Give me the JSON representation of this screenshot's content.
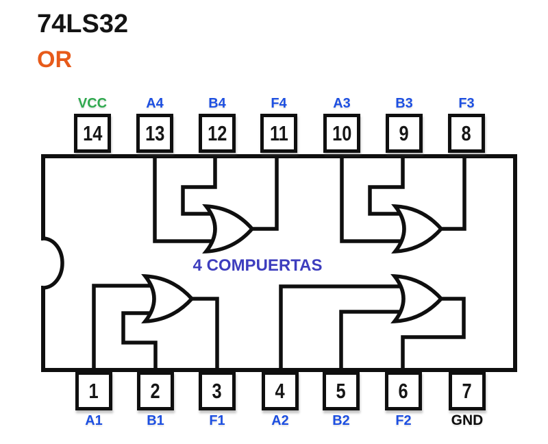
{
  "title": "74LS32",
  "gate_type": "OR",
  "center_label": "4 COMPUERTAS",
  "colors": {
    "line": "#0f0f0f",
    "title": "#141414",
    "gate_type_orange": "#e75a1a",
    "pin_label_blue": "#1d4fe1",
    "vcc_green": "#2fa84e",
    "gnd_black": "#0d0d0d",
    "center_label_indigo": "#3d3dbe",
    "background": "#ffffff"
  },
  "chip": {
    "name": "74LS32 quad 2-input OR gate DIP-14",
    "gate_count": 4,
    "top_pins": [
      {
        "number": "14",
        "label": "VCC",
        "color": "green"
      },
      {
        "number": "13",
        "label": "A4",
        "color": "blue"
      },
      {
        "number": "12",
        "label": "B4",
        "color": "blue"
      },
      {
        "number": "11",
        "label": "F4",
        "color": "blue"
      },
      {
        "number": "10",
        "label": "A3",
        "color": "blue"
      },
      {
        "number": "9",
        "label": "B3",
        "color": "blue"
      },
      {
        "number": "8",
        "label": "F3",
        "color": "blue"
      }
    ],
    "bottom_pins": [
      {
        "number": "1",
        "label": "A1",
        "color": "blue"
      },
      {
        "number": "2",
        "label": "B1",
        "color": "blue"
      },
      {
        "number": "3",
        "label": "F1",
        "color": "blue"
      },
      {
        "number": "4",
        "label": "A2",
        "color": "blue"
      },
      {
        "number": "5",
        "label": "B2",
        "color": "blue"
      },
      {
        "number": "6",
        "label": "F2",
        "color": "blue"
      },
      {
        "number": "7",
        "label": "GND",
        "color": "black"
      }
    ]
  }
}
